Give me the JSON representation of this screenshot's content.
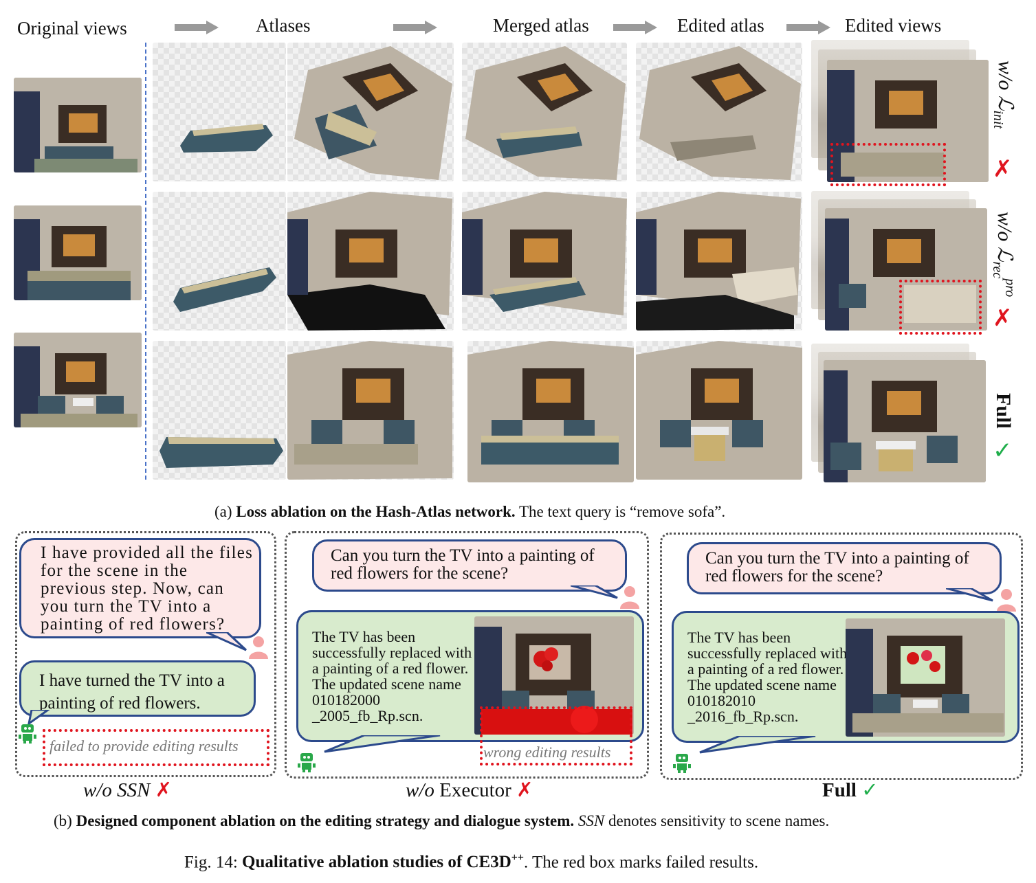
{
  "headers": {
    "original_views": "Original views",
    "atlases": "Atlases",
    "merged_atlas": "Merged atlas",
    "edited_atlas": "Edited atlas",
    "edited_views": "Edited views"
  },
  "rows": [
    {
      "label_prefix": "w/o ",
      "label_math": "ℒ",
      "label_sub": "init",
      "label_sup": "",
      "mark": "✗"
    },
    {
      "label_prefix": "w/o ",
      "label_math": "ℒ",
      "label_sub": "rec",
      "label_sup": "pro",
      "mark": "✗"
    },
    {
      "label_prefix": "",
      "label_math": "Full",
      "label_sub": "",
      "label_sup": "",
      "mark": "✓"
    }
  ],
  "caption_a": {
    "prefix": "(a) ",
    "bold": "Loss ablation on the Hash-Atlas network.",
    "rest": " The text query is “remove sofa”."
  },
  "panels": [
    {
      "user": "I have provided all the files for the scene in the previous step. Now, can you turn the TV into a painting of red flowers?",
      "assistant": "I have turned the TV into a painting of red flowers.",
      "note": "failed to provide editing results",
      "sub_italic": "w/o SSN",
      "sub_text": "",
      "mark": "✗"
    },
    {
      "user": "Can you turn the TV into a painting of red flowers for the scene?",
      "assistant": "The TV has been successfully replaced with a painting of a red flower. The updated scene name 010182000 _2005_fb_Rp.scn.",
      "note": "wrong editing results",
      "sub_italic": "w/o",
      "sub_text": " Executor",
      "mark": "✗"
    },
    {
      "user": "Can you turn the TV into a painting of red flowers for the scene?",
      "assistant": "The TV has been successfully replaced with a painting of a red flower. The updated scene name 010182010 _2016_fb_Rp.scn.",
      "note": "",
      "sub_italic": "",
      "sub_text": "Full",
      "mark": "✓"
    }
  ],
  "caption_b": {
    "prefix": "(b) ",
    "bold": "Designed component ablation on the editing strategy and dialogue system.",
    "italic": "SSN",
    "rest": " denotes sensitivity to scene names."
  },
  "figure_caption": {
    "prefix": "Fig. 14: ",
    "bold": "Qualitative ablation studies of CE3D",
    "sup": "++",
    "rest": ". The red box marks failed results."
  },
  "colors": {
    "fail": "#e0141e",
    "ok": "#1fae4b",
    "bubble_border": "#2c4a8c",
    "user_bg": "#fde8e8",
    "assistant_bg": "#d8ebcd"
  }
}
